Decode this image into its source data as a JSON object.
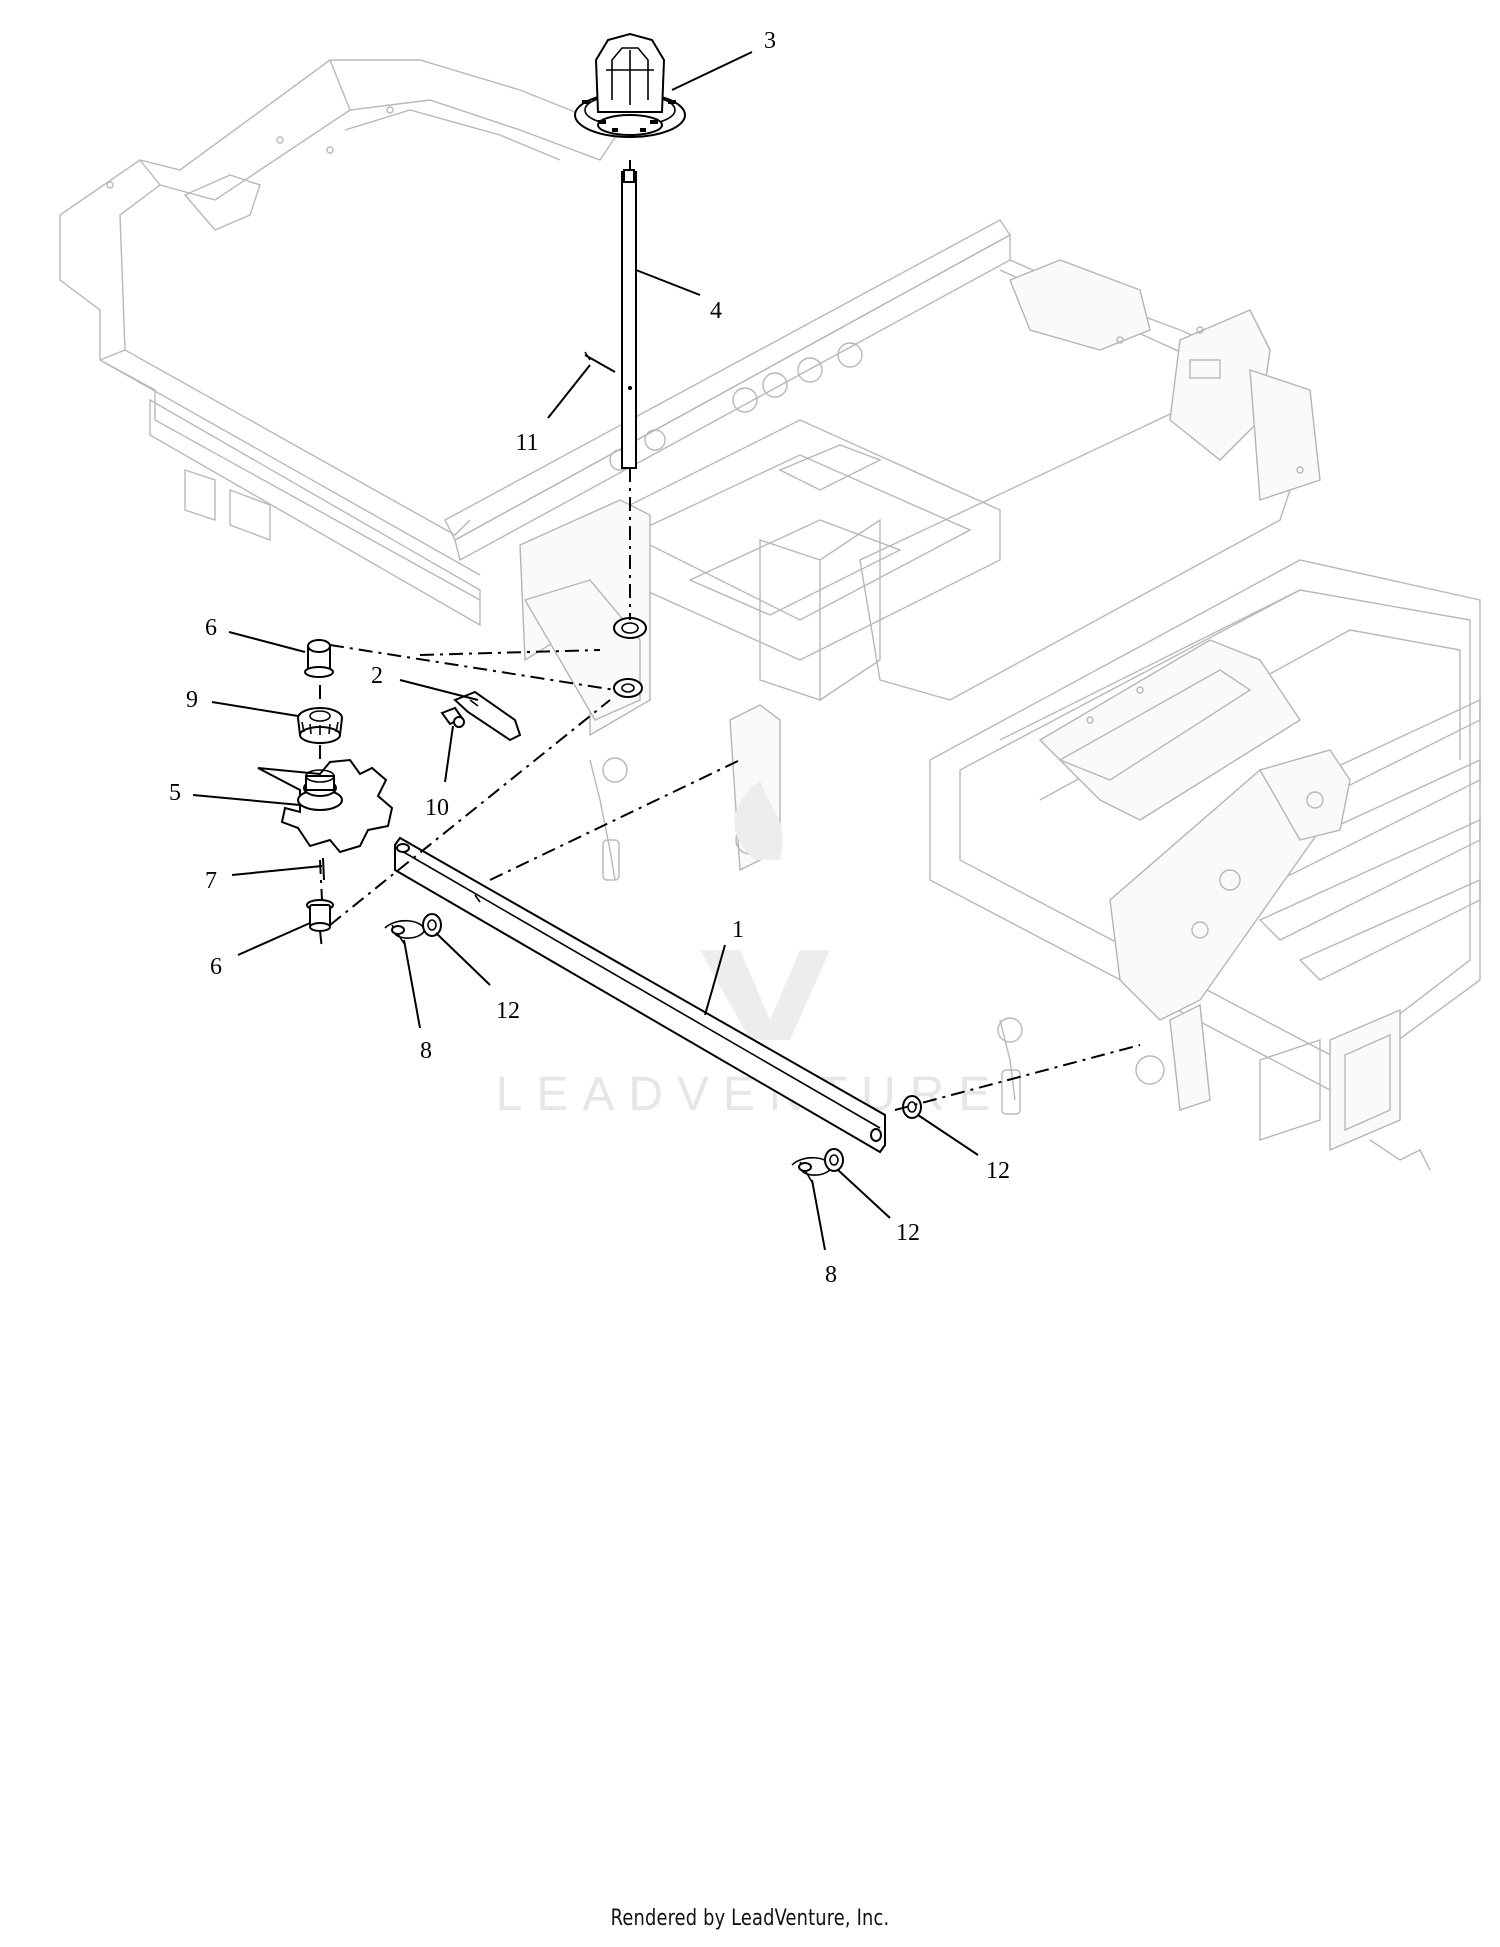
{
  "diagram": {
    "callouts": [
      {
        "id": "c3",
        "number": "3"
      },
      {
        "id": "c4",
        "number": "4"
      },
      {
        "id": "c11",
        "number": "11"
      },
      {
        "id": "c6a",
        "number": "6"
      },
      {
        "id": "c2",
        "number": "2"
      },
      {
        "id": "c9",
        "number": "9"
      },
      {
        "id": "c5",
        "number": "5"
      },
      {
        "id": "c10",
        "number": "10"
      },
      {
        "id": "c7",
        "number": "7"
      },
      {
        "id": "c6b",
        "number": "6"
      },
      {
        "id": "c1",
        "number": "1"
      },
      {
        "id": "c12a",
        "number": "12"
      },
      {
        "id": "c8a",
        "number": "8"
      },
      {
        "id": "c12b",
        "number": "12"
      },
      {
        "id": "c12c",
        "number": "12"
      },
      {
        "id": "c8b",
        "number": "8"
      }
    ],
    "watermark": "LEADVENTURE"
  },
  "footer": {
    "text": "Rendered by LeadVenture, Inc."
  }
}
